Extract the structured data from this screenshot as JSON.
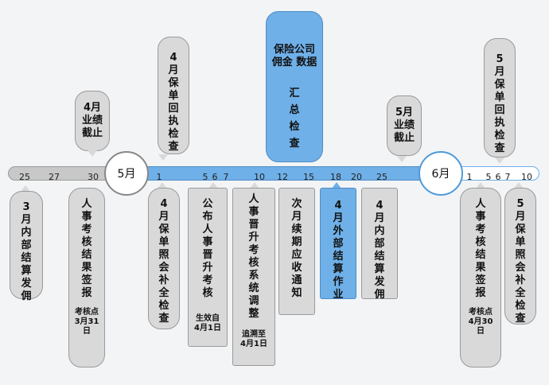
{
  "months": [
    "5月",
    "6月"
  ],
  "ticks": {
    "april": [
      "25",
      "27",
      "30"
    ],
    "may": [
      "1",
      "5",
      "6",
      "7",
      "10",
      "12",
      "15",
      "18",
      "20",
      "25"
    ],
    "june": [
      "1",
      "5",
      "6",
      "7",
      "10"
    ]
  },
  "top_events": [
    {
      "id": "apr-perf-cutoff",
      "text": "4月\n业绩\n截止"
    },
    {
      "id": "apr-receipt-check",
      "text": "4月保单回执检查"
    },
    {
      "id": "insurer-commission",
      "line1": "保险公司",
      "line2": "佣金 数据",
      "vertical": "汇总检查"
    },
    {
      "id": "may-perf-cutoff",
      "text": "5月\n业绩\n截止"
    },
    {
      "id": "may-receipt-check",
      "text": "5月保单回执检查"
    }
  ],
  "bottom_events": [
    {
      "id": "mar-internal-settle",
      "text": "3月内部结算发佣"
    },
    {
      "id": "hr-assess-sign",
      "text": "人事考核结果签报",
      "note": [
        "考核点",
        "3月31",
        "日"
      ]
    },
    {
      "id": "apr-visit-check",
      "text": "4月保单照会补全检查"
    },
    {
      "id": "hr-promo-announce",
      "text": "公布人事晋升考核",
      "note": [
        "生效自",
        "4月1日"
      ]
    },
    {
      "id": "hr-promo-system",
      "text": "人事晋升考核系统调整",
      "note": [
        "追溯至",
        "4月1日"
      ]
    },
    {
      "id": "renewal-notice",
      "text": "次月续期应收通知"
    },
    {
      "id": "apr-external-settle",
      "text": "4月外部结算作业"
    },
    {
      "id": "apr-internal-settle",
      "text": "4月内部结算发佣"
    },
    {
      "id": "hr-assess-sign-2",
      "text": "人事考核结果签报",
      "note": [
        "考核点",
        "4月30",
        "日"
      ]
    },
    {
      "id": "may-visit-check",
      "text": "5月保单照会补全检查"
    }
  ],
  "colors": {
    "blue": "#6fb0e8",
    "gray": "#d9d9d9",
    "axis_blue": "#6fb0e8",
    "axis_gray": "#c8c8c8"
  }
}
